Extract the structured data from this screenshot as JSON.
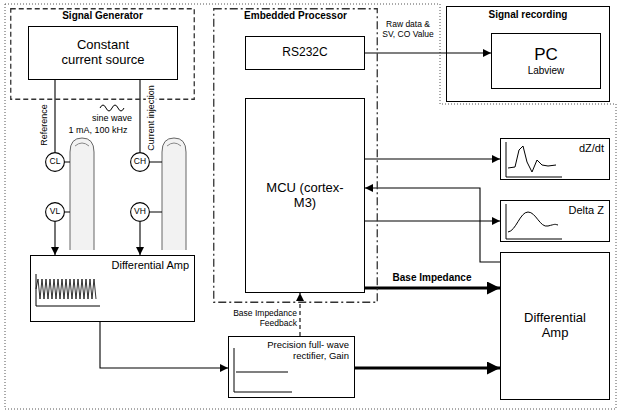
{
  "diagram": {
    "nodes": [
      {
        "text": [
          "Signal Generator"
        ]
      },
      {
        "text": [
          "Constant current source"
        ],
        "in": 0
      },
      {
        "text": [
          "Embedded Processor"
        ]
      },
      {
        "text": [
          "RS232C"
        ],
        "in": 2
      },
      {
        "text": [
          "MCU (cortex-M3)"
        ],
        "in": 2
      },
      {
        "text": [
          "Signal recording"
        ]
      },
      {
        "text": [
          "PC",
          "Labview"
        ],
        "in": 5
      },
      {
        "text": [
          "CL"
        ]
      },
      {
        "text": [
          "CH"
        ]
      },
      {
        "text": [
          "VL"
        ]
      },
      {
        "text": [
          "VH"
        ]
      },
      {
        "text": [
          "Differential Amp"
        ]
      },
      {
        "text": [
          "Precision full- wave rectifier, Gain"
        ]
      },
      {
        "text": [
          "Differential Amp"
        ]
      },
      {
        "text": [
          "dZ/dt"
        ]
      },
      {
        "text": [
          "Delta Z"
        ]
      }
    ],
    "edges": [
      {
        "from": 1,
        "to": 7,
        "arrow": "none"
      },
      {
        "from": 1,
        "to": 8,
        "arrow": "none"
      },
      {
        "from": 9,
        "to": 11,
        "arrow": "to"
      },
      {
        "from": 10,
        "to": 11,
        "arrow": "to"
      },
      {
        "from": 11,
        "to": 12,
        "arrow": "to"
      },
      {
        "from": 12,
        "to": 4,
        "label": "Base Impedance Feedback",
        "arrow": "to"
      },
      {
        "from": 3,
        "to": 6,
        "label": "Raw data & SV, CO Value",
        "arrow": "to"
      },
      {
        "from": 4,
        "to": 14,
        "arrow": "to"
      },
      {
        "from": 4,
        "to": 15,
        "arrow": "to"
      },
      {
        "from": 4,
        "to": 13,
        "label": "Base Impedance",
        "arrow": "to"
      },
      {
        "from": 12,
        "to": 13,
        "arrow": "to"
      },
      {
        "from": 13,
        "to": 4,
        "arrow": "to"
      }
    ],
    "labels": [
      "Reference",
      "Current injection",
      "sine wave",
      "1 mA, 100 kHz"
    ]
  }
}
